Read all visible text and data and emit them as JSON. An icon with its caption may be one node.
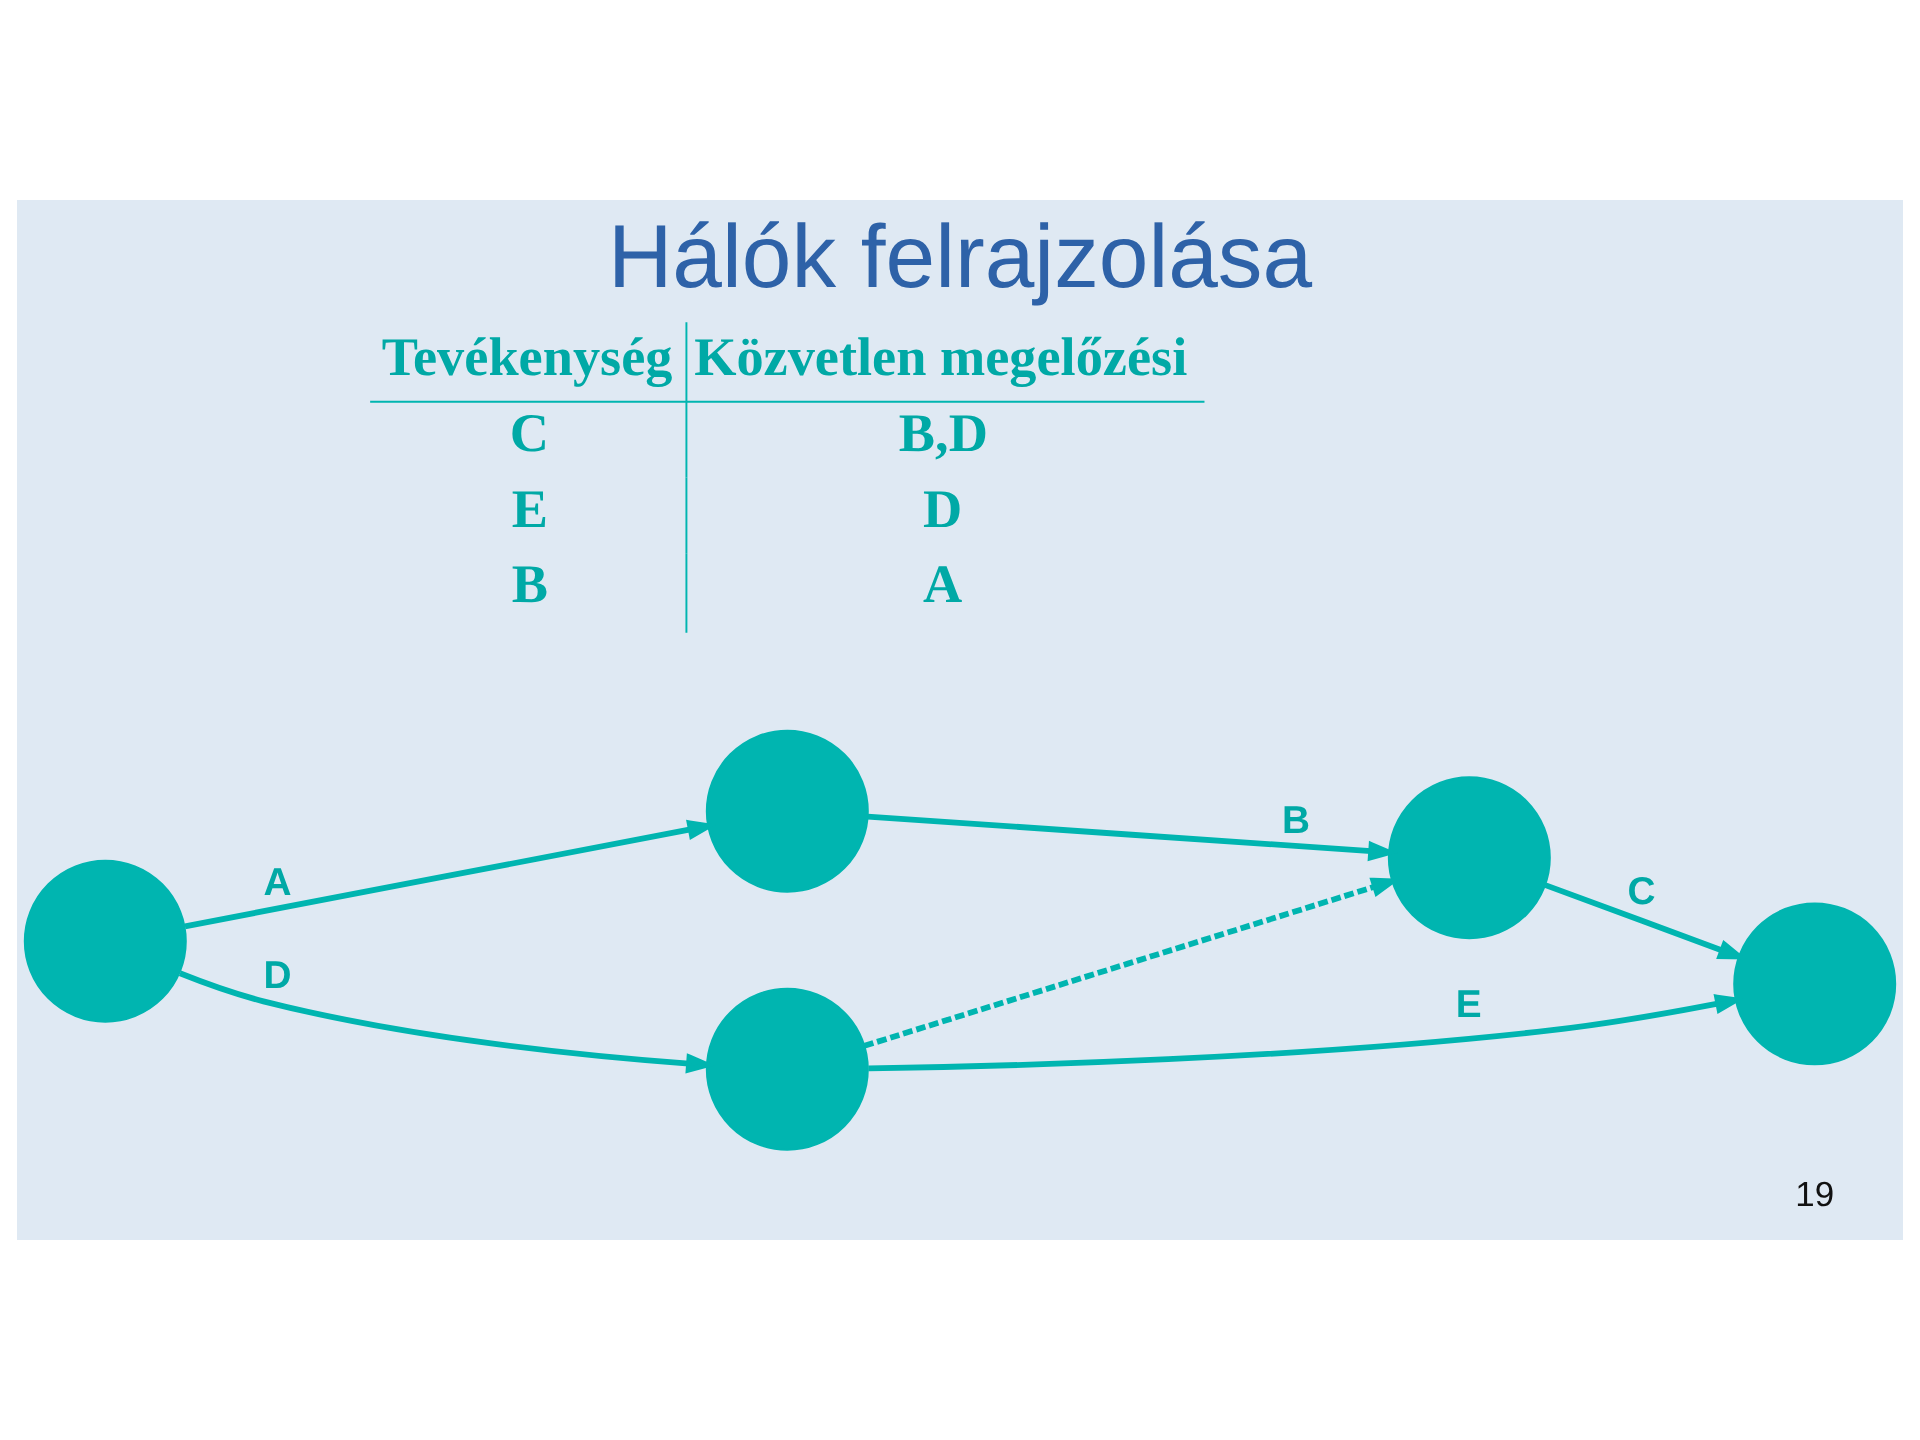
{
  "diagram": {
    "title": "Hálók felrajzolása",
    "nodes": [
      {
        "text": [],
        "shape": "circle"
      },
      {
        "text": [],
        "shape": "circle"
      },
      {
        "text": [],
        "shape": "circle"
      },
      {
        "text": [],
        "shape": "circle"
      },
      {
        "text": [],
        "shape": "circle"
      }
    ],
    "edges": [
      {
        "from": 0,
        "to": 1,
        "arrow": "to",
        "label": "A"
      },
      {
        "from": 1,
        "to": 3,
        "arrow": "to",
        "label": "B"
      },
      {
        "from": 3,
        "to": 4,
        "arrow": "to",
        "label": "C"
      },
      {
        "from": 0,
        "to": 2,
        "arrow": "to",
        "label": "D"
      },
      {
        "from": 2,
        "to": 4,
        "arrow": "to",
        "label": "E"
      },
      {
        "from": 2,
        "to": 3,
        "arrow": "to",
        "style": "dashed"
      }
    ],
    "labels": [
      "Tevékenység",
      "Közvetlen megelőzési",
      "C",
      "B,D",
      "E",
      "D",
      "B",
      "A",
      "19"
    ]
  }
}
